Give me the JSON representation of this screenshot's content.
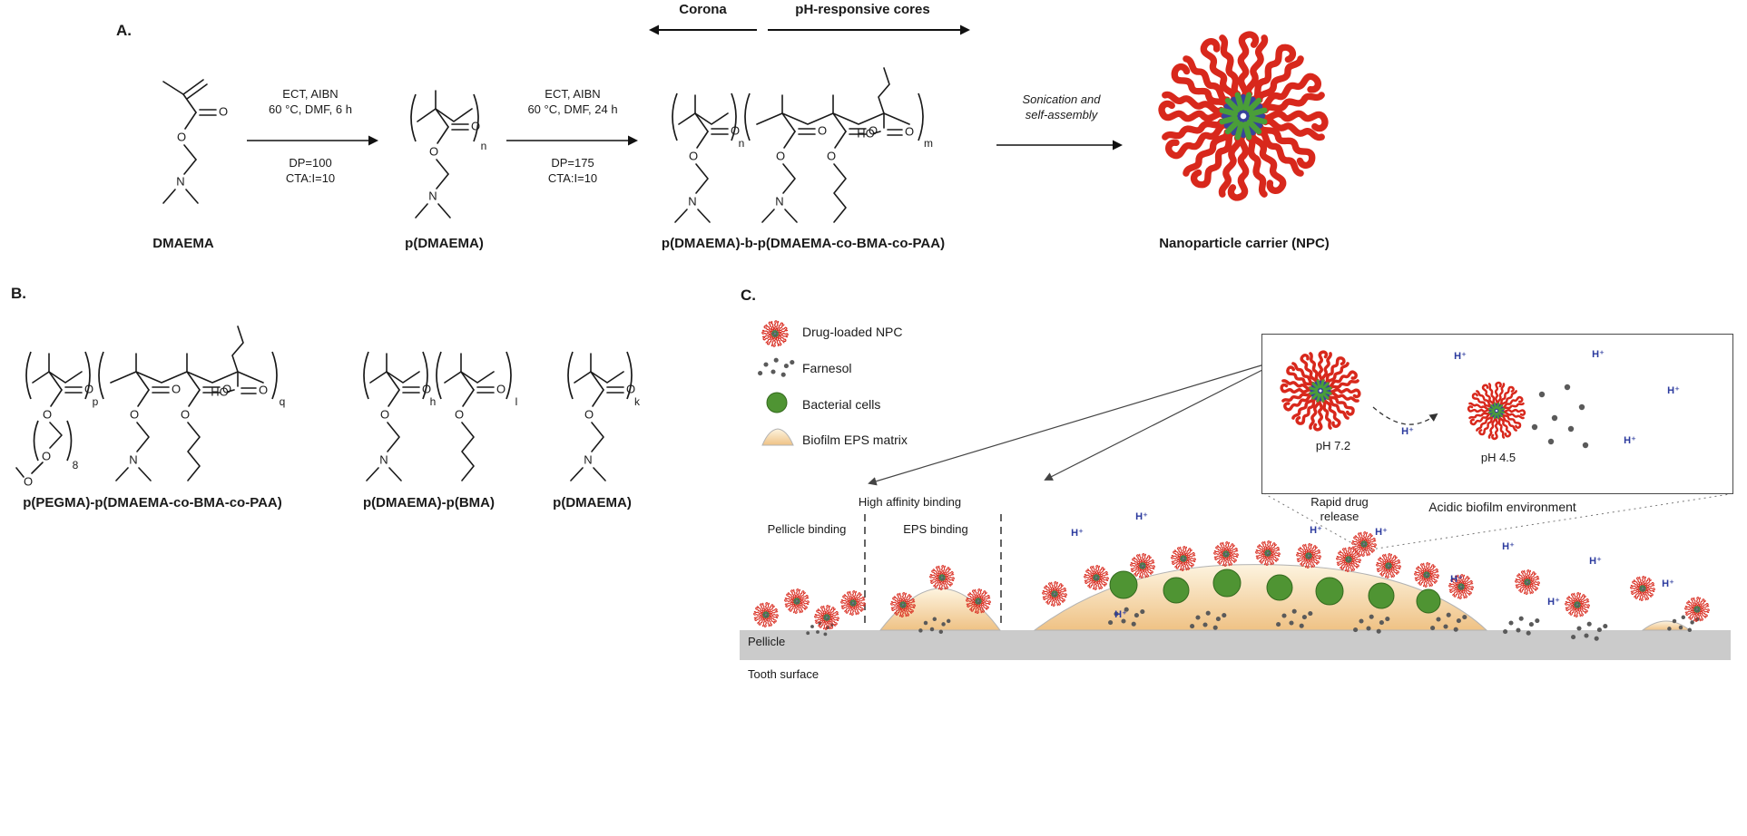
{
  "atoms": {
    "o": "O",
    "n": "N",
    "ho": "HO"
  },
  "subscripts": {
    "n": "n",
    "m": "m",
    "p": "p",
    "q": "q",
    "h": "h",
    "l": "l",
    "k": "k",
    "peg": "8"
  },
  "panel_a": {
    "label": "A.",
    "corona": "Corona",
    "cores": "pH-responsive cores",
    "monomer": "DMAEMA",
    "step1": {
      "cond1": "ECT, AIBN",
      "cond2": "60 °C, DMF, 6 h",
      "note1": "DP=100",
      "note2": "CTA:I=10"
    },
    "polymer1": "p(DMAEMA)",
    "step2": {
      "cond1": "ECT, AIBN",
      "cond2": "60 °C, DMF, 24 h",
      "note1": "DP=175",
      "note2": "CTA:I=10"
    },
    "polymer2": "p(DMAEMA)-b-p(DMAEMA-co-BMA-co-PAA)",
    "step3": {
      "line1": "Sonication and",
      "line2": "self-assembly"
    },
    "product": "Nanoparticle carrier (NPC)"
  },
  "panel_b": {
    "label": "B.",
    "structure1": "p(PEGMA)-p(DMAEMA-co-BMA-co-PAA)",
    "structure2": "p(DMAEMA)-p(BMA)",
    "structure3": "p(DMAEMA)"
  },
  "panel_c": {
    "label": "C.",
    "legend": [
      {
        "icon": "npc-icon",
        "label": "Drug-loaded NPC"
      },
      {
        "icon": "farnesol-icon",
        "label": "Farnesol"
      },
      {
        "icon": "bacteria-icon",
        "label": "Bacterial cells"
      },
      {
        "icon": "eps-icon",
        "label": "Biofilm EPS matrix"
      }
    ],
    "hplus": "H⁺",
    "inset": {
      "ph_initial": "pH 7.2",
      "ph_acidic": "pH 4.5",
      "caption": "Acidic biofilm environment"
    },
    "scene": {
      "high_affinity": "High affinity binding",
      "pellicle_binding": "Pellicle binding",
      "eps_binding": "EPS binding",
      "rapid1": "Rapid drug",
      "rapid2": "release",
      "pellicle": "Pellicle",
      "tooth": "Tooth surface"
    }
  },
  "colors": {
    "corona_red": "#d8281c",
    "core_blue": "#38429b",
    "core_green": "#4a9e39",
    "bacteria_green": "#4f9433",
    "eps_tan": "#f5d7a0",
    "pellicle_gray": "#cbcbcb",
    "hplus_blue": "#2b3a9e"
  }
}
